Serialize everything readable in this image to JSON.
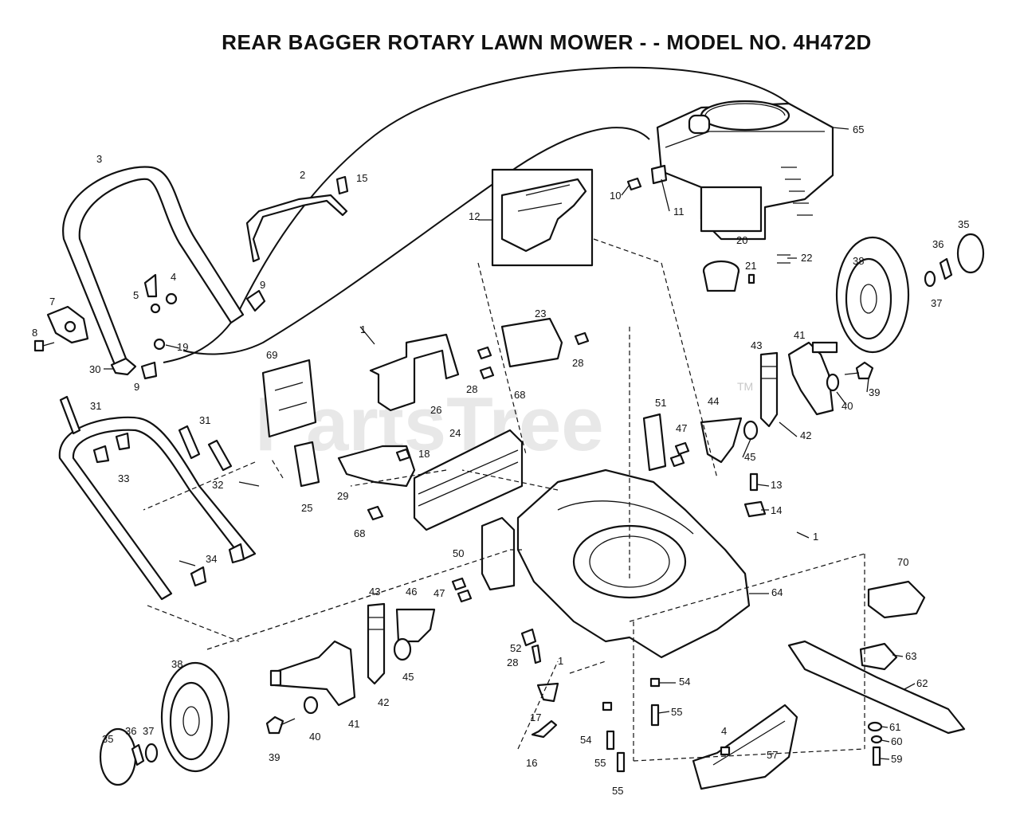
{
  "title": "REAR BAGGER ROTARY LAWN MOWER - - MODEL NO. 4H472D",
  "watermark": {
    "text": "PartsTree",
    "tm": "TM"
  },
  "part_labels": {
    "p1a": "1",
    "p1b": "1",
    "p1c": "1",
    "p2": "2",
    "p3": "3",
    "p4a": "4",
    "p4b": "4",
    "p5": "5",
    "p7": "7",
    "p8": "8",
    "p9a": "9",
    "p9b": "9",
    "p10": "10",
    "p11": "11",
    "p12": "12",
    "p13": "13",
    "p14": "14",
    "p15": "15",
    "p16": "16",
    "p17": "17",
    "p18": "18",
    "p19": "19",
    "p20": "20",
    "p21": "21",
    "p22": "22",
    "p23": "23",
    "p24": "24",
    "p25": "25",
    "p26": "26",
    "p28a": "28",
    "p28b": "28",
    "p28c": "28",
    "p29": "29",
    "p30": "30",
    "p31a": "31",
    "p31b": "31",
    "p32": "32",
    "p33": "33",
    "p34": "34",
    "p35a": "35",
    "p35b": "35",
    "p36a": "36",
    "p36b": "36",
    "p37a": "37",
    "p37b": "37",
    "p38a": "38",
    "p38b": "38",
    "p39a": "39",
    "p39b": "39",
    "p40a": "40",
    "p40b": "40",
    "p41a": "41",
    "p41b": "41",
    "p42a": "42",
    "p42b": "42",
    "p43a": "43",
    "p43b": "43",
    "p44": "44",
    "p45a": "45",
    "p45b": "45",
    "p46": "46",
    "p47a": "47",
    "p47b": "47",
    "p50": "50",
    "p51": "51",
    "p52": "52",
    "p54a": "54",
    "p54b": "54",
    "p55a": "55",
    "p55b": "55",
    "p55c": "55",
    "p57": "57",
    "p59": "59",
    "p60": "60",
    "p61": "61",
    "p62": "62",
    "p63": "63",
    "p64": "64",
    "p65": "65",
    "p68a": "68",
    "p68b": "68",
    "p69": "69",
    "p70": "70"
  }
}
